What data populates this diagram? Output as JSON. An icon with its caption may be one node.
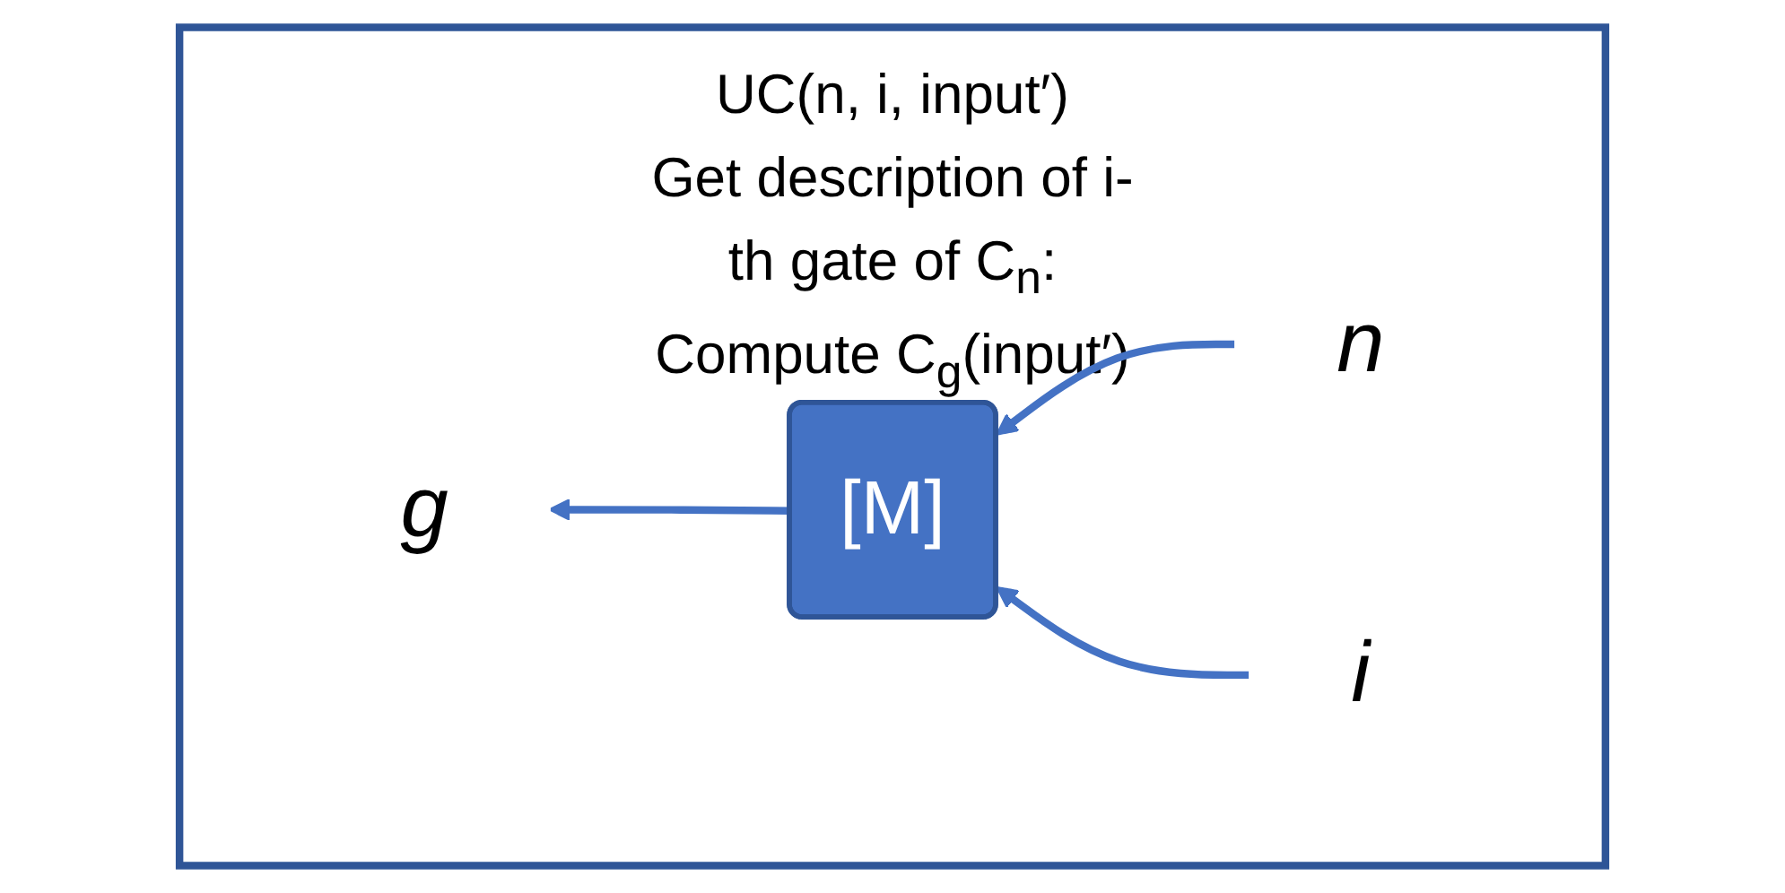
{
  "diagram": {
    "nodes": [
      {
        "text": [
          "UC(n, i, input′)",
          "Get description of i-th gate of C$_{n}$:",
          "Compute C$_{g}$(input′)"
        ]
      },
      {
        "text": [
          "g"
        ],
        "in": 0
      },
      {
        "text": [
          "[M]"
        ],
        "in": 0
      },
      {
        "text": [
          "n"
        ],
        "in": 0
      },
      {
        "text": [
          "i"
        ],
        "in": 0
      }
    ],
    "edges": [
      {
        "from": 3,
        "to": 2,
        "arrow": "to"
      },
      {
        "from": 4,
        "to": 2,
        "arrow": "to"
      },
      {
        "from": 2,
        "to": 1,
        "arrow": "to"
      }
    ]
  }
}
